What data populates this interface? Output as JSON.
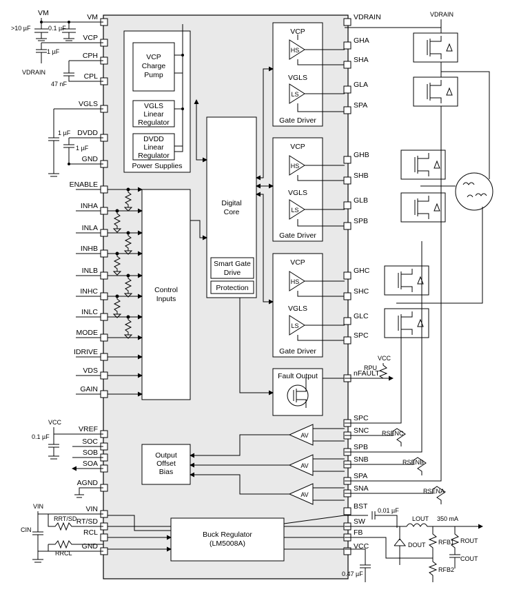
{
  "top": {
    "vm": "VM",
    "cap_10uf": ">10 µF",
    "cap_01uf": "0.1 µF",
    "cap_1uf": "1 µF",
    "vdrain": "VDRAIN",
    "cap_47nf": "47 nF",
    "cap_1uf_b": "1 µF",
    "cap_1uf_c": "1 µF",
    "vdrain_right": "VDRAIN"
  },
  "left_pins": [
    "VM",
    "VCP",
    "CPH",
    "CPL",
    "VGLS",
    "DVDD",
    "GND",
    "ENABLE",
    "INHA",
    "INLA",
    "INHB",
    "INLB",
    "INHC",
    "INLC",
    "MODE",
    "IDRIVE",
    "VDS",
    "GAIN",
    "VREF",
    "SOC",
    "SOB",
    "SOA",
    "AGND",
    "VIN",
    "RT/SD",
    "RCL",
    "GND"
  ],
  "right_pins": [
    "VDRAIN",
    "GHA",
    "SHA",
    "GLA",
    "SPA",
    "GHB",
    "SHB",
    "GLB",
    "SPB",
    "GHC",
    "SHC",
    "GLC",
    "SPC",
    "nFAULT",
    "SPC",
    "SNC",
    "SPB",
    "SNB",
    "SPA",
    "SNA",
    "BST",
    "SW",
    "FB",
    "VCC"
  ],
  "blocks": {
    "vcp_pump": [
      "VCP",
      "Charge",
      "Pump"
    ],
    "vgls_reg": [
      "VGLS",
      "Linear",
      "Regulator"
    ],
    "dvdd_reg": [
      "DVDD",
      "Linear",
      "Regulator"
    ],
    "power_supplies": "Power Supplies",
    "control_inputs": [
      "Control",
      "Inputs"
    ],
    "digital_core": [
      "Digital",
      "Core"
    ],
    "smart_gate": [
      "Smart Gate",
      "Drive"
    ],
    "protection": "Protection",
    "gate_driver": "Gate Driver",
    "hs": "HS",
    "ls": "LS",
    "vcp_label": "VCP",
    "vgls_label": "VGLS",
    "fault_output": "Fault Output",
    "offset_bias": [
      "Output",
      "Offset",
      "Bias"
    ],
    "av": "AV",
    "buck": [
      "Buck Regulator",
      "(LM5008A)"
    ]
  },
  "externals": {
    "vcc": "VCC",
    "cap_vref": "0.1 µF",
    "rpu": "RPU",
    "vcc_rpu": "VCC",
    "rsenc": "RSENC",
    "rsenb": "RSENB",
    "rsena": "RSENA",
    "vin": "VIN",
    "cin": "CIN",
    "rrt": "RRT/SD",
    "rrcl": "RRCL",
    "cap_bst": "0.01 µF",
    "lout": "LOUT",
    "iout": "350 mA",
    "dout": "DOUT",
    "rfb1": "RFB1",
    "rfb2": "RFB2",
    "rout": "ROUT",
    "cout": "COUT",
    "cap_vcc": "0.47 µF"
  }
}
